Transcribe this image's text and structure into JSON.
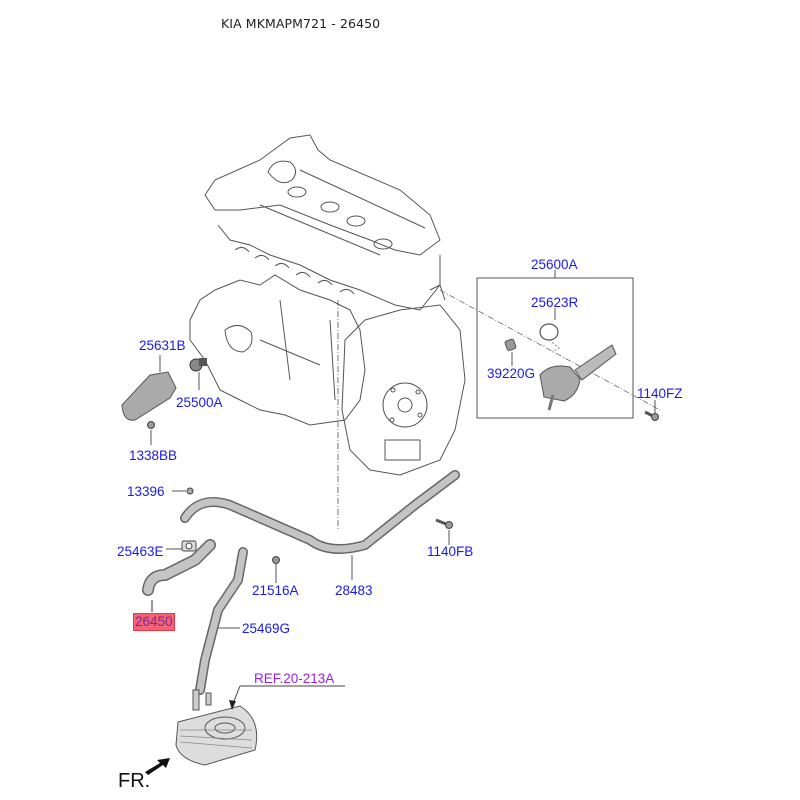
{
  "header": {
    "title": "KIA MKMAPM721 - 26450"
  },
  "colors": {
    "label": "#1a1af0",
    "reference": "#9b1ee8",
    "highlight_bg": "#f4636f",
    "highlight_text": "#7a2aa0"
  },
  "parts": {
    "p25600A": "25600A",
    "p25623R": "25623R",
    "p39220G": "39220G",
    "p1140FZ": "1140FZ",
    "p25631B": "25631B",
    "p25500A": "25500A",
    "p1338BB": "1338BB",
    "p13396": "13396",
    "p25463E": "25463E",
    "p26450": "26450",
    "p21516A": "21516A",
    "p28483": "28483",
    "p1140FB": "1140FB",
    "p25469G": "25469G"
  },
  "highlighted_part": "26450",
  "reference": {
    "label": "REF.20-213A"
  },
  "orientation": {
    "label": "FR."
  }
}
